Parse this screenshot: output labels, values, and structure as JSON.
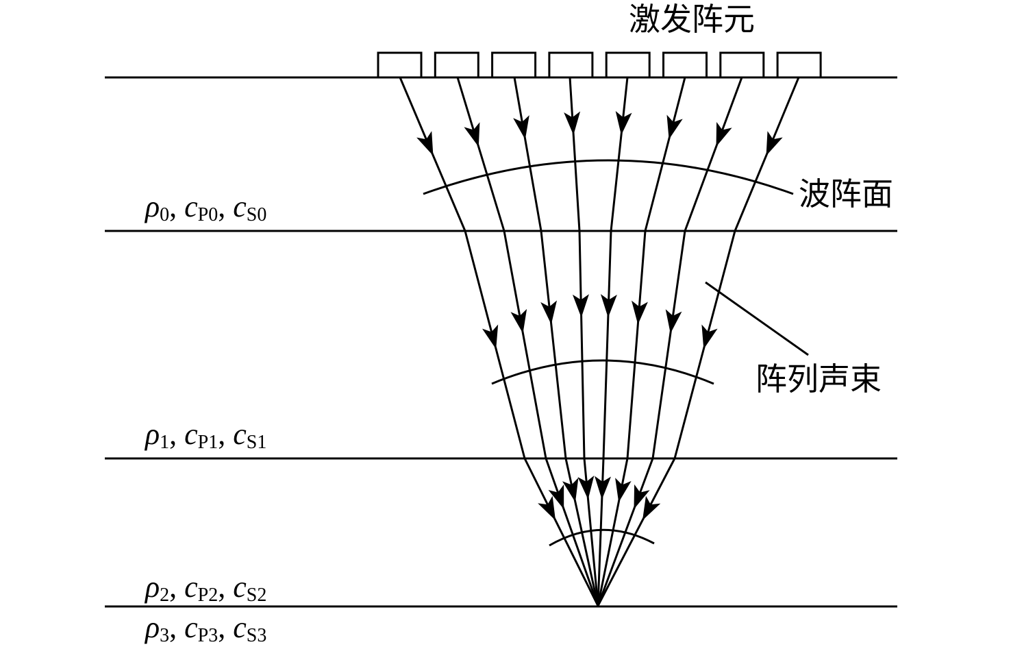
{
  "title_label": "激发阵元",
  "wavefront_label": "波阵面",
  "beam_label": "阵列声束",
  "element_count": 8,
  "layers": [
    {
      "rho": "ρ",
      "idx": "0",
      "cP": "c",
      "cP_sub": "P0",
      "cS": "c",
      "cS_sub": "S0"
    },
    {
      "rho": "ρ",
      "idx": "1",
      "cP": "c",
      "cP_sub": "P1",
      "cS": "c",
      "cS_sub": "S1"
    },
    {
      "rho": "ρ",
      "idx": "2",
      "cP": "c",
      "cP_sub": "P2",
      "cS": "c",
      "cS_sub": "S2"
    },
    {
      "rho": "ρ",
      "idx": "3",
      "cP": "c",
      "cP_sub": "P3",
      "cS": "c",
      "cS_sub": "S3"
    }
  ],
  "colors": {
    "stroke": "#000000",
    "background": "#ffffff"
  }
}
